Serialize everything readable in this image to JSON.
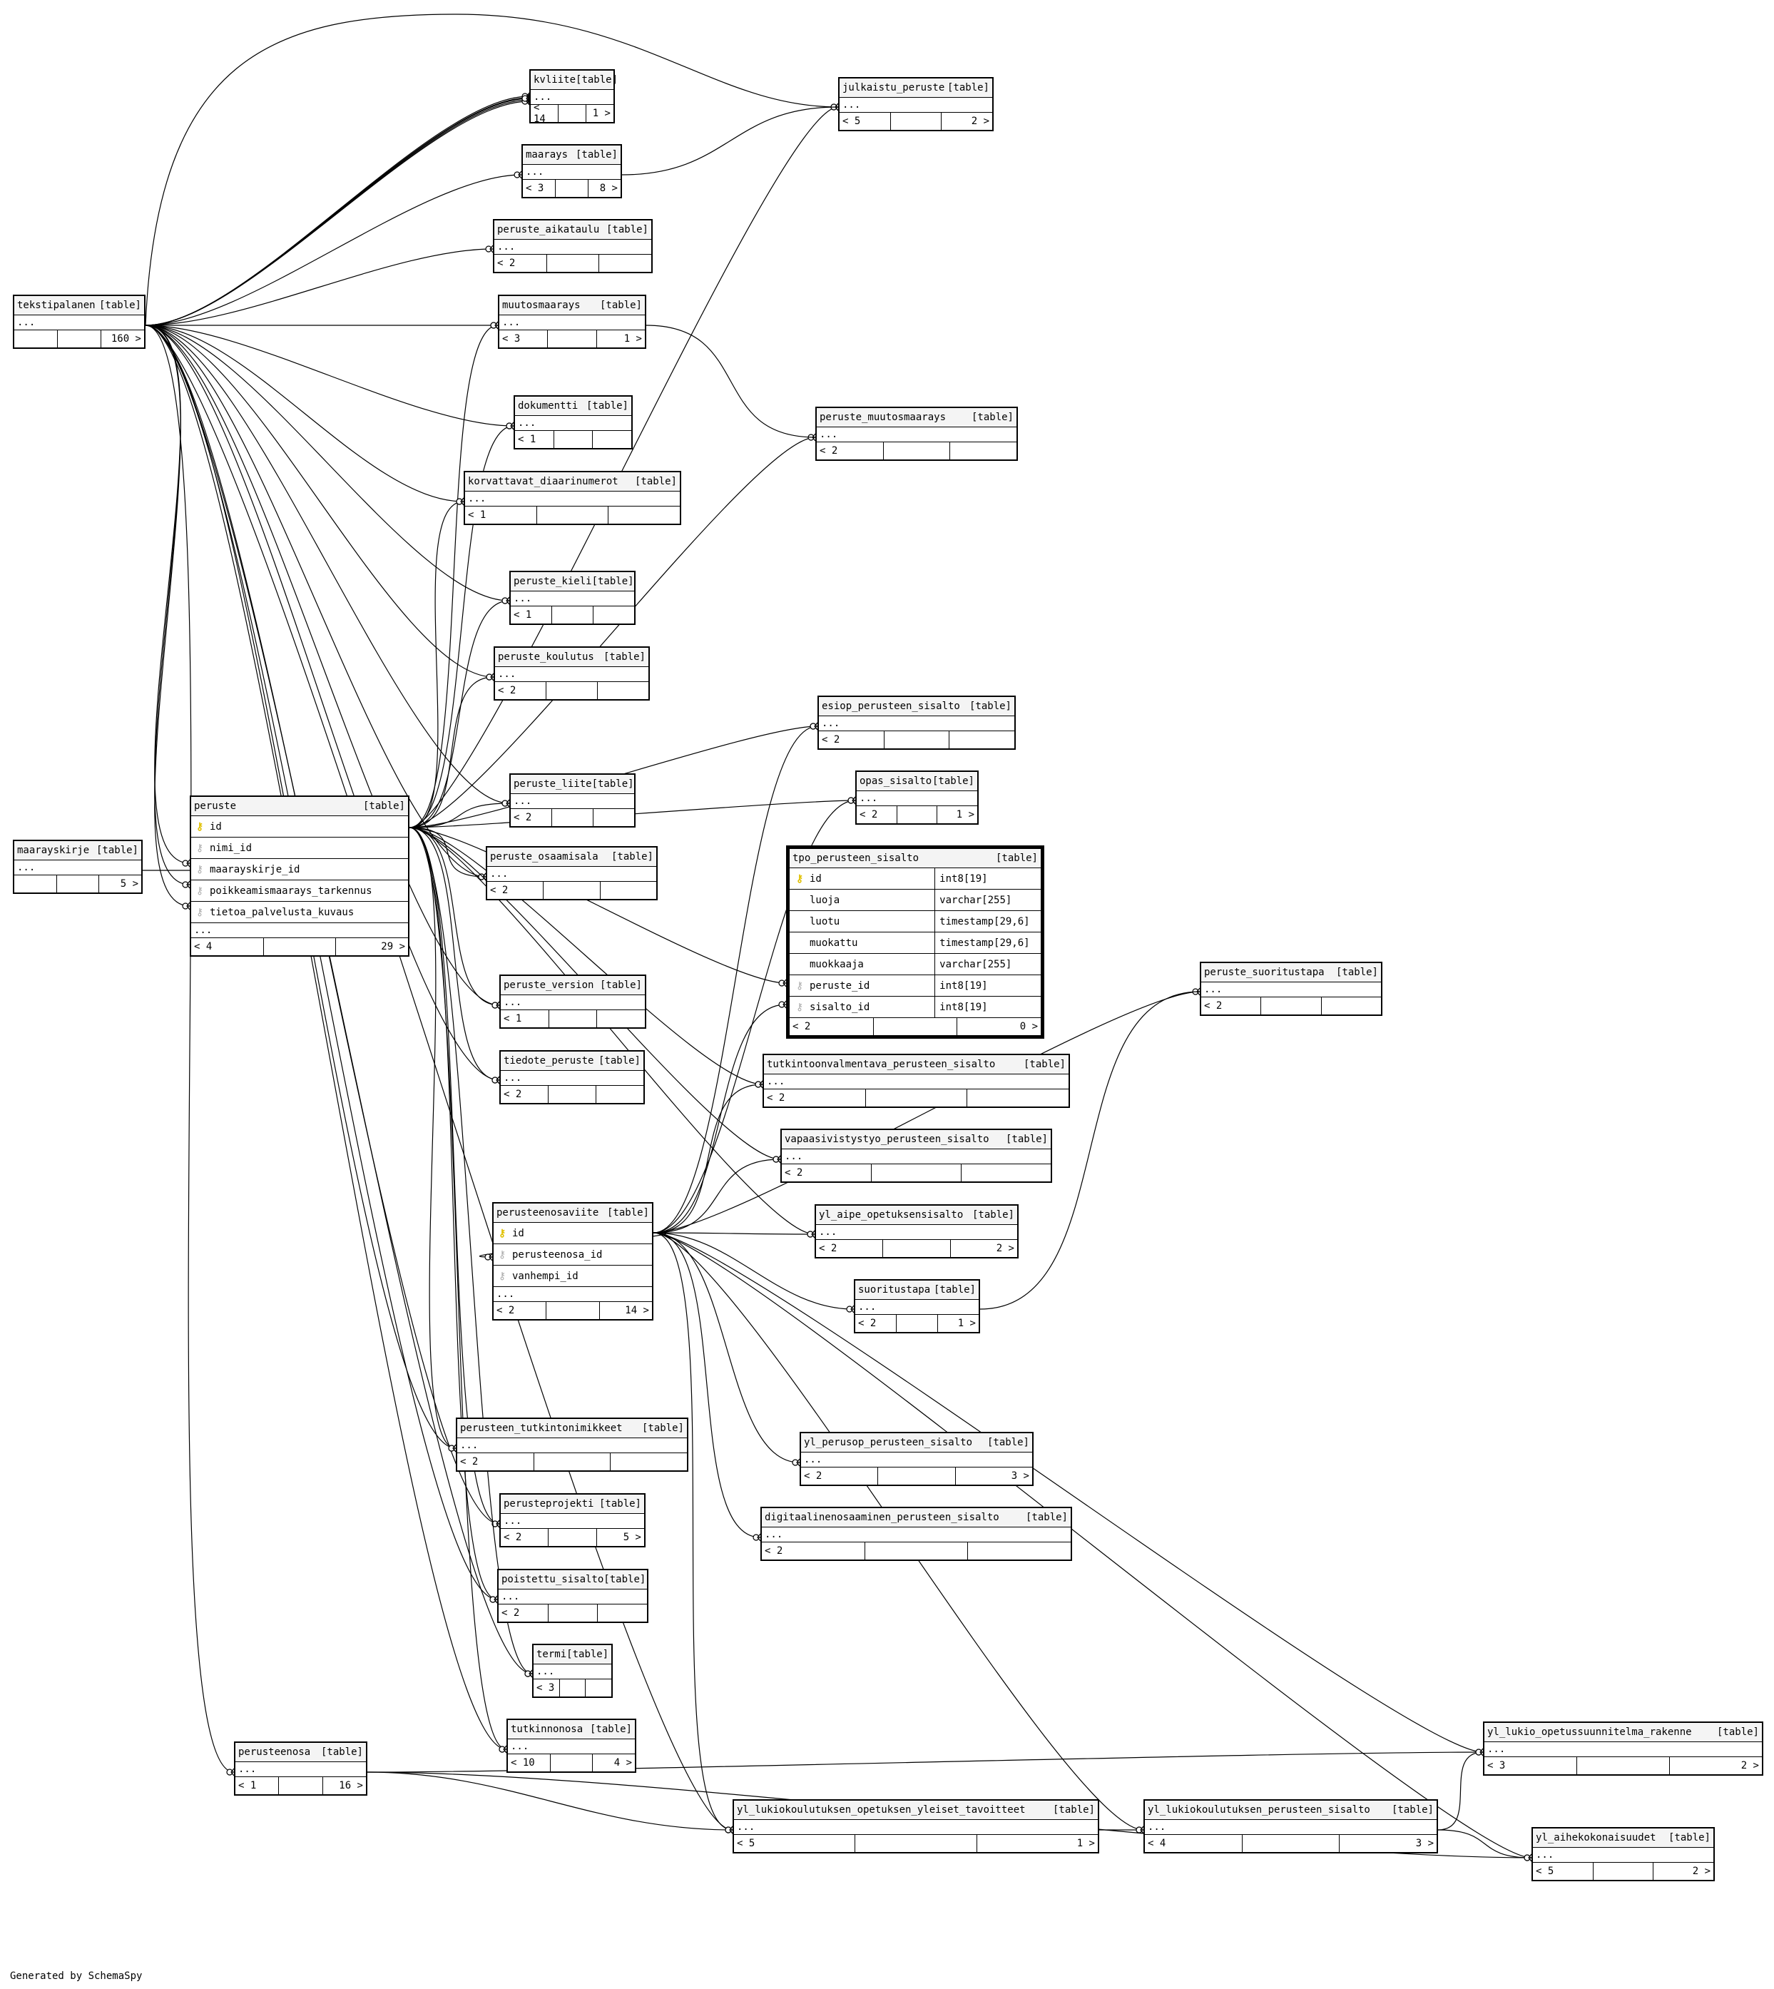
{
  "footer": "Generated by SchemaSpy",
  "tag": "[table]",
  "ellipsis": "...",
  "tables": [
    {
      "name": "kvliite",
      "parents": "< 14",
      "children": "1 >"
    },
    {
      "name": "julkaistu_peruste",
      "parents": "< 5",
      "children": "2 >"
    },
    {
      "name": "maarays",
      "parents": "< 3",
      "children": "8 >"
    },
    {
      "name": "peruste_aikataulu",
      "parents": "< 2",
      "children": ""
    },
    {
      "name": "tekstipalanen",
      "parents": "",
      "children": "160 >"
    },
    {
      "name": "muutosmaarays",
      "parents": "< 3",
      "children": "1 >"
    },
    {
      "name": "dokumentti",
      "parents": "< 1",
      "children": ""
    },
    {
      "name": "peruste_muutosmaarays",
      "parents": "< 2",
      "children": ""
    },
    {
      "name": "korvattavat_diaarinumerot",
      "parents": "< 1",
      "children": ""
    },
    {
      "name": "peruste_kieli",
      "parents": "< 1",
      "children": ""
    },
    {
      "name": "peruste_koulutus",
      "parents": "< 2",
      "children": ""
    },
    {
      "name": "esiop_perusteen_sisalto",
      "parents": "< 2",
      "children": ""
    },
    {
      "name": "opas_sisalto",
      "parents": "< 2",
      "children": "1 >"
    },
    {
      "name": "peruste_liite",
      "parents": "< 2",
      "children": ""
    },
    {
      "name": "maarayskirje",
      "parents": "",
      "children": "5 >"
    },
    {
      "name": "peruste_osaamisala",
      "parents": "< 2",
      "children": ""
    },
    {
      "name": "peruste_suoritustapa",
      "parents": "< 2",
      "children": ""
    },
    {
      "name": "peruste_version",
      "parents": "< 1",
      "children": ""
    },
    {
      "name": "tiedote_peruste",
      "parents": "< 2",
      "children": ""
    },
    {
      "name": "tutkintoonvalmentava_perusteen_sisalto",
      "parents": "< 2",
      "children": ""
    },
    {
      "name": "vapaasivistystyo_perusteen_sisalto",
      "parents": "< 2",
      "children": ""
    },
    {
      "name": "yl_aipe_opetuksensisalto",
      "parents": "< 2",
      "children": "2 >"
    },
    {
      "name": "suoritustapa",
      "parents": "< 2",
      "children": "1 >"
    },
    {
      "name": "perusteen_tutkintonimikkeet",
      "parents": "< 2",
      "children": ""
    },
    {
      "name": "yl_perusop_perusteen_sisalto",
      "parents": "< 2",
      "children": "3 >"
    },
    {
      "name": "perusteprojekti",
      "parents": "< 2",
      "children": "5 >"
    },
    {
      "name": "digitaalinenosaaminen_perusteen_sisalto",
      "parents": "< 2",
      "children": ""
    },
    {
      "name": "poistettu_sisalto",
      "parents": "< 2",
      "children": ""
    },
    {
      "name": "termi",
      "parents": "< 3",
      "children": ""
    },
    {
      "name": "tutkinnonosa",
      "parents": "< 10",
      "children": "4 >"
    },
    {
      "name": "perusteenosa",
      "parents": "< 1",
      "children": "16 >"
    },
    {
      "name": "yl_lukio_opetussuunnitelma_rakenne",
      "parents": "< 3",
      "children": "2 >"
    },
    {
      "name": "yl_lukiokoulutuksen_opetuksen_yleiset_tavoitteet",
      "parents": "< 5",
      "children": "1 >"
    },
    {
      "name": "yl_lukiokoulutuksen_perusteen_sisalto",
      "parents": "< 4",
      "children": "3 >"
    },
    {
      "name": "yl_aihekokonaisuudet",
      "parents": "< 5",
      "children": "2 >"
    }
  ],
  "peruste": {
    "name": "peruste",
    "columns": [
      {
        "name": "id",
        "key": "pk"
      },
      {
        "name": "nimi_id",
        "key": "fk"
      },
      {
        "name": "maarayskirje_id",
        "key": "fk"
      },
      {
        "name": "poikkeamismaarays_tarkennus",
        "key": "fk"
      },
      {
        "name": "tietoa_palvelusta_kuvaus",
        "key": "fk"
      }
    ],
    "parents": "< 4",
    "children": "29 >"
  },
  "perusteenosaviite": {
    "name": "perusteenosaviite",
    "columns": [
      {
        "name": "id",
        "key": "pk"
      },
      {
        "name": "perusteenosa_id",
        "key": "fk"
      },
      {
        "name": "vanhempi_id",
        "key": "fk"
      }
    ],
    "parents": "< 2",
    "children": "14 >"
  },
  "tpo": {
    "name": "tpo_perusteen_sisalto",
    "columns": [
      {
        "name": "id",
        "type": "int8[19]",
        "key": "pk"
      },
      {
        "name": "luoja",
        "type": "varchar[255]",
        "key": "none"
      },
      {
        "name": "luotu",
        "type": "timestamp[29,6]",
        "key": "none"
      },
      {
        "name": "muokattu",
        "type": "timestamp[29,6]",
        "key": "none"
      },
      {
        "name": "muokkaaja",
        "type": "varchar[255]",
        "key": "none"
      },
      {
        "name": "peruste_id",
        "type": "int8[19]",
        "key": "fk"
      },
      {
        "name": "sisalto_id",
        "type": "int8[19]",
        "key": "fk"
      }
    ],
    "parents": "< 2",
    "children": "0 >"
  }
}
